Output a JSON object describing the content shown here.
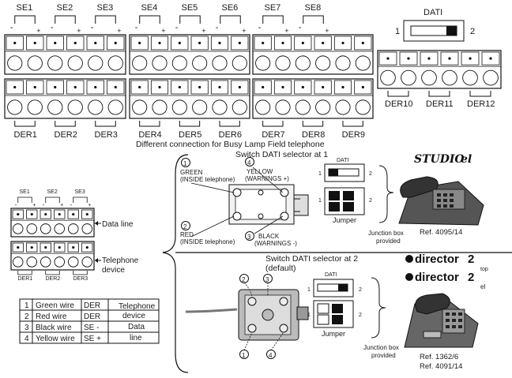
{
  "dati_top": {
    "label": "DATI",
    "pos1": "1",
    "pos2": "2"
  },
  "se_labels": [
    "SE1",
    "SE2",
    "SE3",
    "SE4",
    "SE5",
    "SE6",
    "SE7",
    "SE8"
  ],
  "der_labels": [
    "DER1",
    "DER2",
    "DER3",
    "DER4",
    "DER5",
    "DER6",
    "DER7",
    "DER8",
    "DER9"
  ],
  "der_right": [
    "DER10",
    "DER11",
    "DER12"
  ],
  "minus_sign": "-",
  "plus_sign": "+",
  "caption": "Different connection for Busy Lamp Field telephone",
  "small_block": {
    "se": [
      "SE1",
      "SE2",
      "SE3"
    ],
    "der": [
      "DER1",
      "DER2",
      "DER3"
    ],
    "data_line": "Data line",
    "telephone_device_1": "Telephone",
    "telephone_device_2": "device"
  },
  "upper_panel": {
    "title": "Switch DATI selector at 1",
    "w1_num": "1",
    "w1_a": "GREEN",
    "w1_b": "(INSIDE telephone)",
    "w2_num": "2",
    "w2_a": "RED",
    "w2_b": "(INSIDE telephone)",
    "w3_num": "3",
    "w3_a": "BLACK",
    "w3_b": "(WARNINGS -)",
    "w4_num": "4",
    "w4_a": "YELLOW",
    "w4_b": "(WARNINGS +)",
    "dati": "DATI",
    "n1": "1",
    "n2": "2",
    "jumper": "Jumper",
    "junction_1": "Junction box",
    "junction_2": "provided",
    "logo": "STUDIO",
    "logo_suffix": "el",
    "ref": "Ref. 4095/14"
  },
  "lower_panel": {
    "title_1": "Switch DATI selector at 2",
    "title_2": "(default)",
    "n1": "1",
    "n2": "2",
    "n3": "3",
    "n4": "4",
    "dati": "DATI",
    "s1": "1",
    "s2": "2",
    "jumper": "Jumper",
    "junction_1": "Junction box",
    "junction_2": "provided",
    "logo_a": "director",
    "logo_a_num": "2",
    "logo_a_sub": "top",
    "logo_b": "director",
    "logo_b_num": "2",
    "logo_b_sub": "el",
    "ref_1": "Ref. 1362/6",
    "ref_2": "Ref. 4091/14"
  },
  "wire_table": {
    "rows": [
      {
        "num": "1",
        "wire": "Green wire",
        "term": "DER"
      },
      {
        "num": "2",
        "wire": "Red wire",
        "term": "DER"
      },
      {
        "num": "3",
        "wire": "Black wire",
        "term": "SE -"
      },
      {
        "num": "4",
        "wire": "Yellow wire",
        "term": "SE +"
      }
    ],
    "group_a_1": "Telephone",
    "group_a_2": "device",
    "group_b_1": "Data",
    "group_b_2": "line"
  }
}
